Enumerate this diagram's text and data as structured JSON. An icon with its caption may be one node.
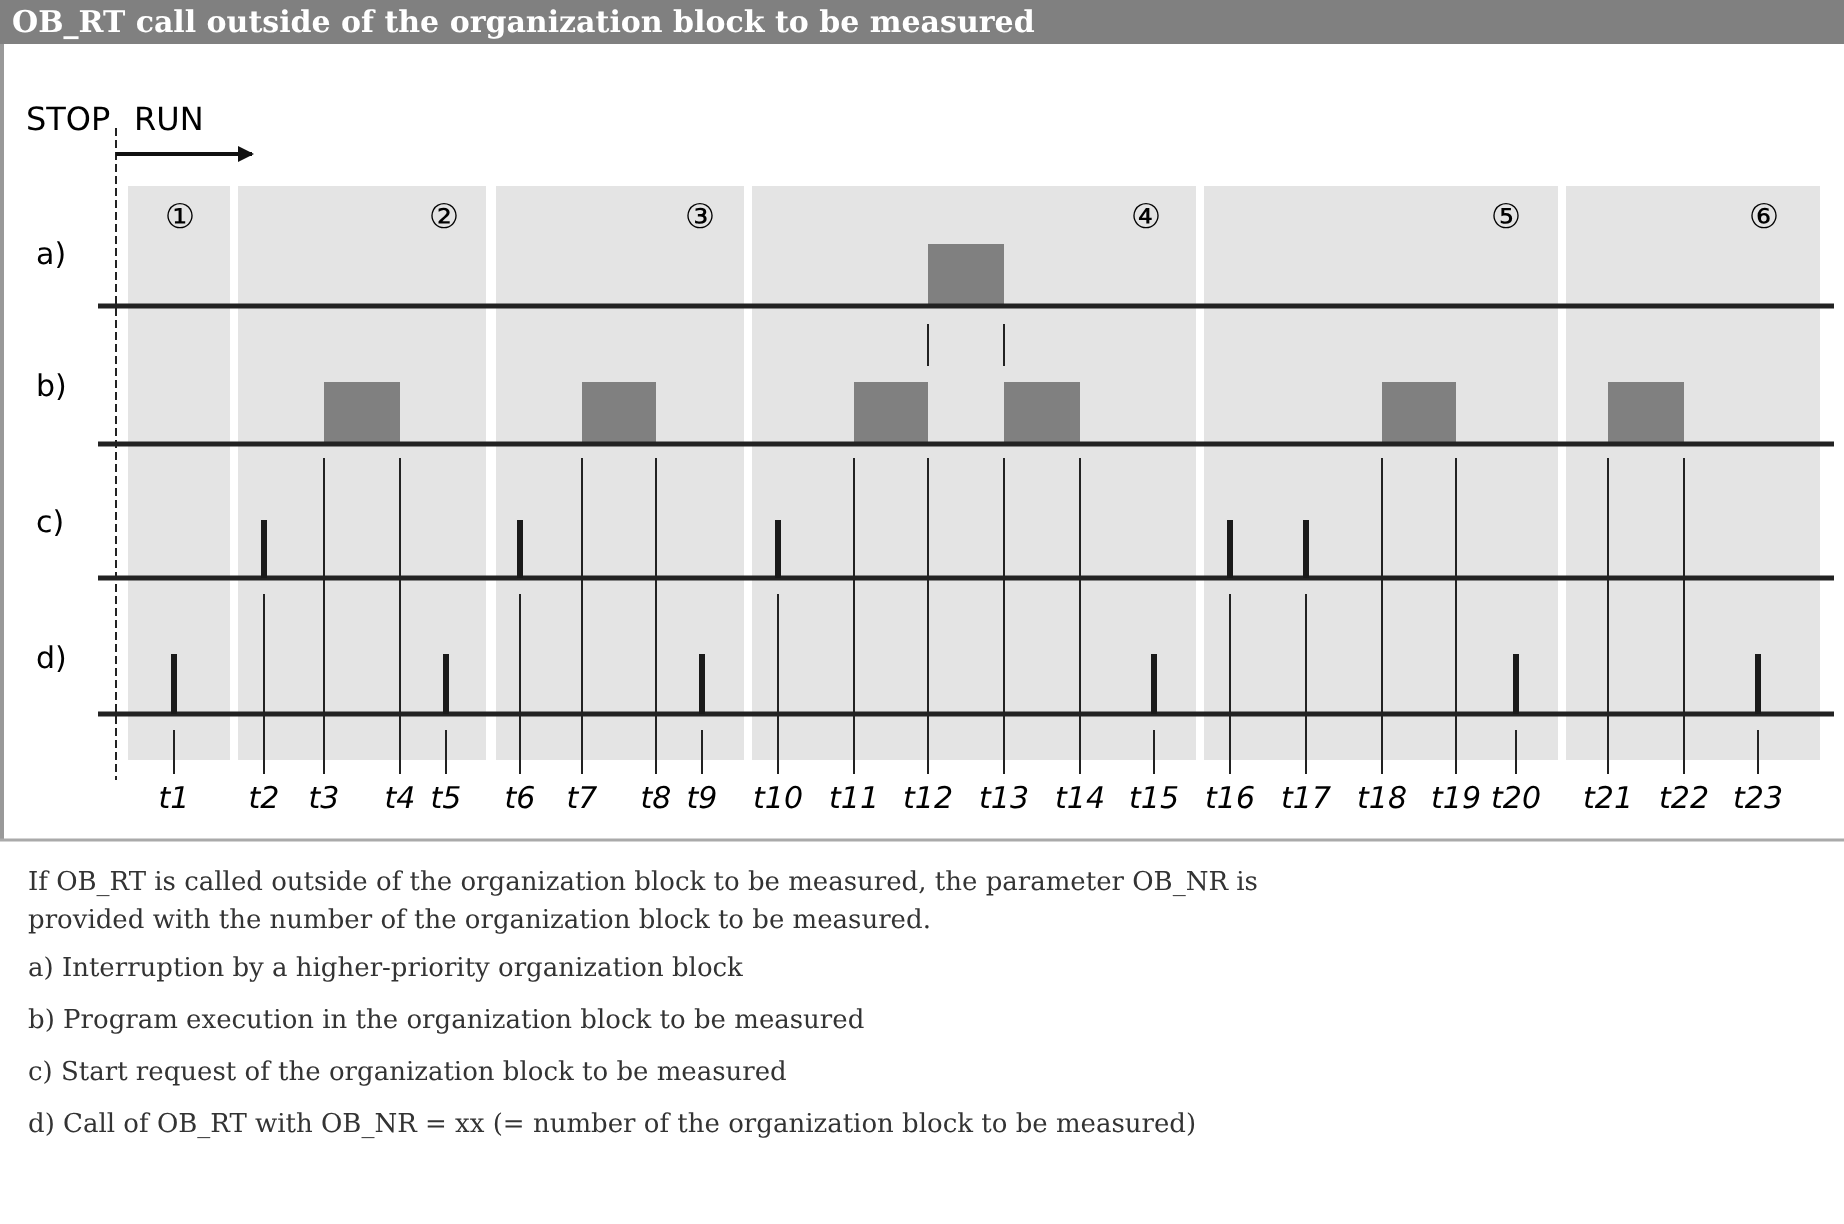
{
  "diagram": {
    "title": "OB_RT call outside of the organization block to be measured",
    "labels": [
      "STOP",
      "RUN",
      "①",
      "②",
      "③",
      "④",
      "⑤",
      "⑥",
      "a)",
      "b)",
      "c)",
      "d)",
      "t1",
      "t2",
      "t3",
      "t4",
      "t5",
      "t6",
      "t7",
      "t8",
      "t9",
      "t10",
      "t11",
      "t12",
      "t13",
      "t14",
      "t15",
      "t16",
      "t17",
      "t18",
      "t19",
      "t20",
      "t21",
      "t22",
      "t23",
      "If OB_RT is called outside of the organization block to be measured, the parameter OB_NR is provided with the number of the organization block to be measured.",
      "a) Interruption by a higher-priority organization block",
      "b) Program execution in the organization block to be measured",
      "c) Start request of the organization block to be measured",
      "d) Call of OB_RT with OB_NR = xx (= number of the organization block to be measured)"
    ]
  }
}
